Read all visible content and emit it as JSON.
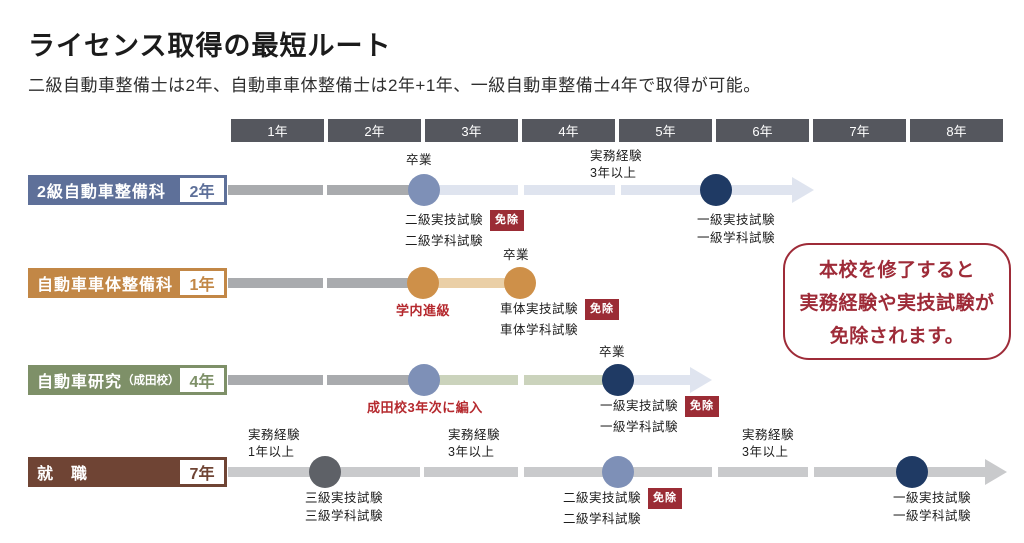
{
  "header": {
    "title": "ライセンス取得の最短ルート",
    "subtitle": "二級自動車整備士は2年、自動車車体整備士は2年+1年、一級自動車整備士4年で取得が可能。"
  },
  "timeline": {
    "years": [
      "1年",
      "2年",
      "3年",
      "4年",
      "5年",
      "6年",
      "7年",
      "8年"
    ]
  },
  "badge_label": "免除",
  "rows": [
    {
      "label": "2級自動車整備科",
      "duration": "2年",
      "grad_label": "卒業",
      "experience_note": [
        "実務経験",
        "3年以上"
      ],
      "mid_tests": [
        "二級実技試験",
        "二級学科試験"
      ],
      "end_tests": [
        "一級実技試験",
        "一級学科試験"
      ]
    },
    {
      "label": "自動車車体整備科",
      "duration": "1年",
      "promotion_label": "学内進級",
      "grad_label": "卒業",
      "end_tests": [
        "車体実技試験",
        "車体学科試験"
      ]
    },
    {
      "label": "自動車研究",
      "label_sub": "（成田校）",
      "duration": "4年",
      "transfer_label": "成田校3年次に編入",
      "grad_label": "卒業",
      "end_tests": [
        "一級実技試験",
        "一級学科試験"
      ]
    },
    {
      "label": "就　職",
      "duration": "7年",
      "experience_notes": [
        [
          "実務経験",
          "1年以上"
        ],
        [
          "実務経験",
          "3年以上"
        ],
        [
          "実務経験",
          "3年以上"
        ]
      ],
      "third_tests": [
        "三級実技試験",
        "三級学科試験"
      ],
      "second_tests": [
        "二級実技試験",
        "二級学科試験"
      ],
      "first_tests": [
        "一級実技試験",
        "一級学科試験"
      ]
    }
  ],
  "callout": {
    "lines": [
      "本校を修了すると",
      "実務経験や実技試験が",
      "免除されます。"
    ]
  },
  "colors": {
    "year_header": "#55575e",
    "row_mechanic2": "#5e7099",
    "row_body": "#c28746",
    "row_research": "#7e9068",
    "row_employment": "#6f4434",
    "dot_light_blue": "#7e90b7",
    "dot_navy": "#1f3a64",
    "dot_orange": "#ce9049",
    "dot_gray": "#5e6167",
    "bar_gray": "#a9abae",
    "bar_light_gray": "#c9cacc",
    "bar_light_blue": "#dfe4ef",
    "bar_light_orange": "#eacfa6",
    "bar_light_green": "#cbd3bc",
    "badge_red": "#9b2c35",
    "annotation_red": "#b5292e",
    "callout_red": "#9e2b38"
  }
}
